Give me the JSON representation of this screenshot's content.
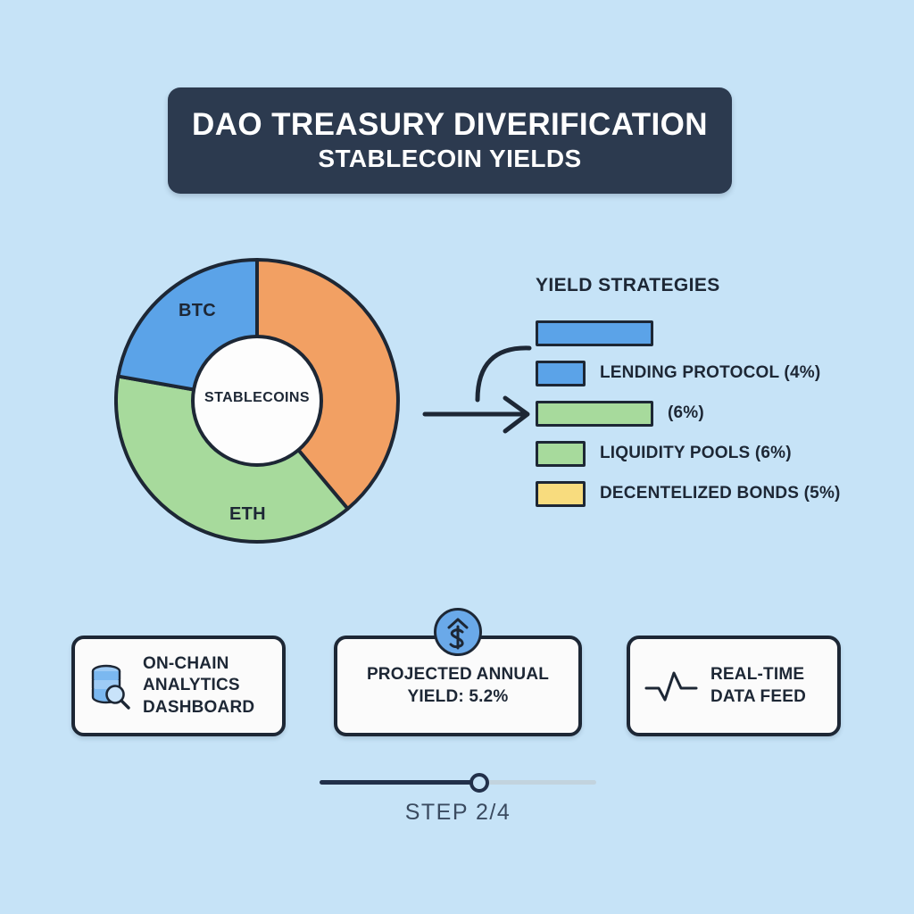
{
  "header": {
    "title": "DAO TREASURY DIVERIFICATION",
    "subtitle": "STABLECOIN YIELDS",
    "bg_color": "#2c3a4f",
    "text_color": "#ffffff"
  },
  "page": {
    "background_color": "#c6e3f7",
    "ink_color": "#1d2735"
  },
  "chart_data": {
    "type": "pie",
    "title": "DAO Treasury Diverification",
    "variant": "donut",
    "center_label": "STABLECOINS",
    "categories": [
      "STABLECOINS",
      "ETH",
      "BTC"
    ],
    "values": [
      39,
      39,
      22
    ],
    "colors": [
      "#f2a063",
      "#a7da9c",
      "#5ba3e8"
    ],
    "labels_shown": [
      "BTC",
      "ETH",
      "STABLECOINS"
    ],
    "legend_position": "right",
    "grid": false
  },
  "legend": {
    "title": "YIELD STRATEGIES",
    "rows": [
      {
        "label": "",
        "color": "#5ba3e8",
        "size": "long"
      },
      {
        "label": "LENDING PROTOCOL (4%)",
        "color": "#5ba3e8",
        "size": "short"
      },
      {
        "label": "(6%)",
        "color": "#a7da9c",
        "size": "long"
      },
      {
        "label": "LIQUIDITY POOLS (6%)",
        "color": "#a7da9c",
        "size": "short"
      },
      {
        "label": "DECENTELIZED BONDS (5%)",
        "color": "#f8dc7e",
        "size": "short"
      }
    ]
  },
  "cards": [
    {
      "icon": "database-search-icon",
      "line1": "ON-CHAIN",
      "line2": "ANALYTICS",
      "line3": "DASHBOARD"
    },
    {
      "icon": "dollar-up-badge-icon",
      "line1": "PROJECTED ANNUAL",
      "line2": "YIELD: 5.2%",
      "badge_color": "#6aa9e9"
    },
    {
      "icon": "pulse-waveform-icon",
      "line1": "REAL-TIME",
      "line2": "DATA FEED"
    }
  ],
  "progress": {
    "step_label": "STEP 2/4",
    "current": 2,
    "total": 4,
    "percent": 55,
    "fill_color": "#22304a",
    "track_color": "#c2d3de"
  }
}
